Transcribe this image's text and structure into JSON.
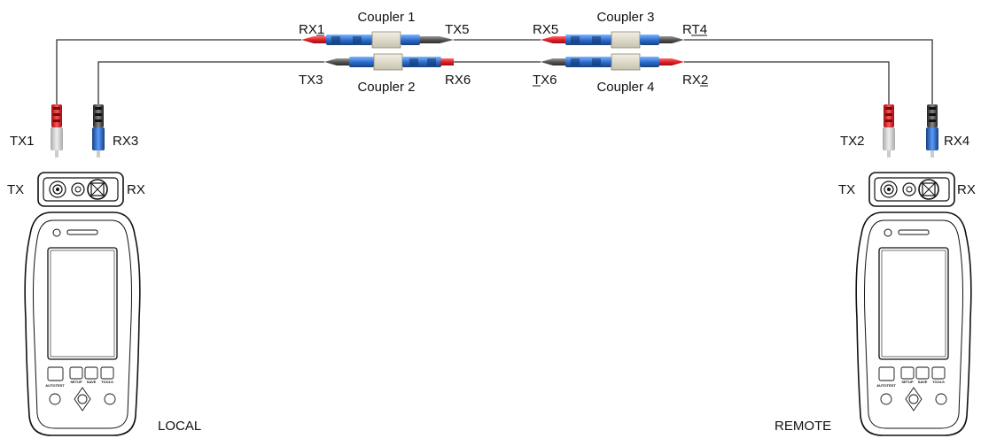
{
  "couplers": {
    "c1": {
      "label": "Coupler 1"
    },
    "c2": {
      "label": "Coupler 2"
    },
    "c3": {
      "label": "Coupler 3"
    },
    "c4": {
      "label": "Coupler 4"
    }
  },
  "ports": {
    "rx1": "RX1",
    "tx5": "TX5",
    "tx3": "TX3",
    "rx6": "RX6",
    "rx5": "RX5",
    "rt4": "RT4",
    "tx6": "TX6",
    "rx2": "RX2",
    "tx1": "TX1",
    "rx3": "RX3",
    "tx2": "TX2",
    "rx4": "RX4"
  },
  "local": {
    "label": "LOCAL",
    "tx": "TX",
    "rx": "RX"
  },
  "remote": {
    "label": "REMOTE",
    "tx": "TX",
    "rx": "RX"
  },
  "device": {
    "key_autotest": "AUTOTEST",
    "key_setup": "SETUP",
    "key_save": "SAVE",
    "key_tools": "TOOLS"
  },
  "colors": {
    "red": "#e0202a",
    "blue": "#2f6fd0",
    "dark": "#555555",
    "coupler": "#e4dfd2"
  }
}
